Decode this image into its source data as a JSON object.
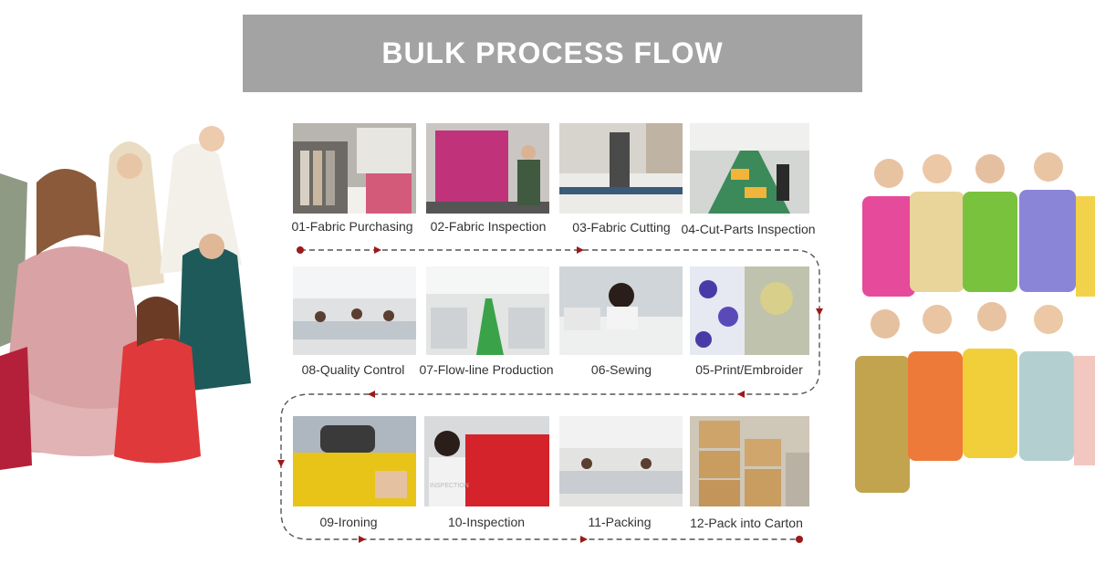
{
  "header": {
    "title": "BULK PROCESS FLOW"
  },
  "steps": [
    {
      "label": "01-Fabric Purchasing"
    },
    {
      "label": "02-Fabric Inspection"
    },
    {
      "label": "03-Fabric Cutting"
    },
    {
      "label": "04-Cut-Parts Inspection"
    },
    {
      "label": "05-Print/Embroider"
    },
    {
      "label": "06-Sewing"
    },
    {
      "label": "07-Flow-line Production"
    },
    {
      "label": "08-Quality Control"
    },
    {
      "label": "09-Ironing"
    },
    {
      "label": "10-Inspection"
    },
    {
      "label": "11-Packing"
    },
    {
      "label": "12-Pack into Carton"
    }
  ],
  "photo_overlay_text": "INSPECTION",
  "colors": {
    "banner": "#a3a3a3",
    "arrow": "#9b1a1a",
    "dashes": "#555555"
  }
}
